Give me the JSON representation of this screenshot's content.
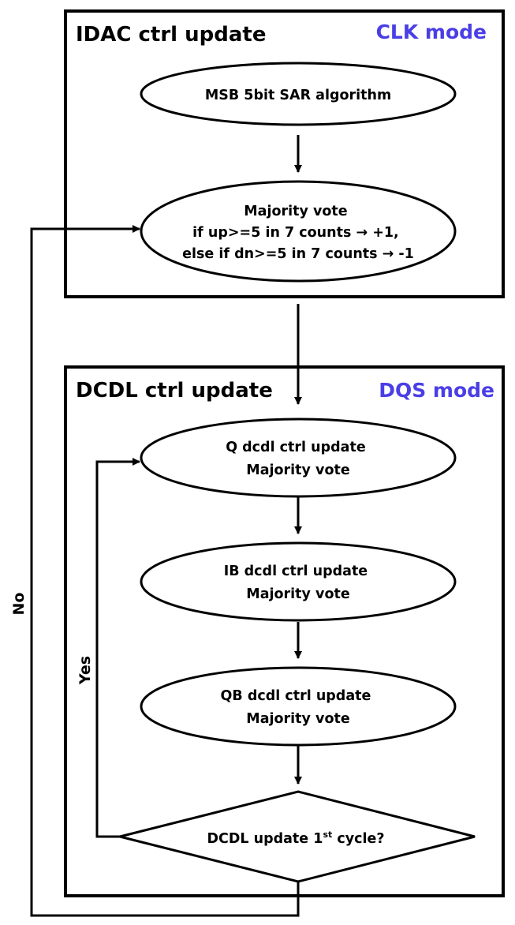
{
  "colors": {
    "mode_label": "#4a3ee6",
    "stroke": "#000000",
    "background": "#ffffff"
  },
  "idac_box": {
    "title": "IDAC ctrl update",
    "mode": "CLK mode"
  },
  "dcdl_box": {
    "title": "DCDL ctrl update",
    "mode": "DQS mode"
  },
  "nodes": {
    "msb_sar": {
      "lines": [
        "MSB 5bit SAR algorithm"
      ]
    },
    "majority_vote": {
      "lines": [
        "Majority vote",
        "if up>=5 in 7 counts → +1,",
        "else if dn>=5 in 7 counts → -1"
      ]
    },
    "q_dcdl": {
      "lines": [
        "Q dcdl ctrl update",
        "Majority vote"
      ]
    },
    "ib_dcdl": {
      "lines": [
        "IB dcdl ctrl update",
        "Majority vote"
      ]
    },
    "qb_dcdl": {
      "lines": [
        "QB dcdl ctrl update",
        "Majority vote"
      ]
    },
    "decision": {
      "text_before": "DCDL update 1",
      "superscript": "st",
      "text_after": " cycle?"
    }
  },
  "edge_labels": {
    "yes": "Yes",
    "no": "No"
  }
}
